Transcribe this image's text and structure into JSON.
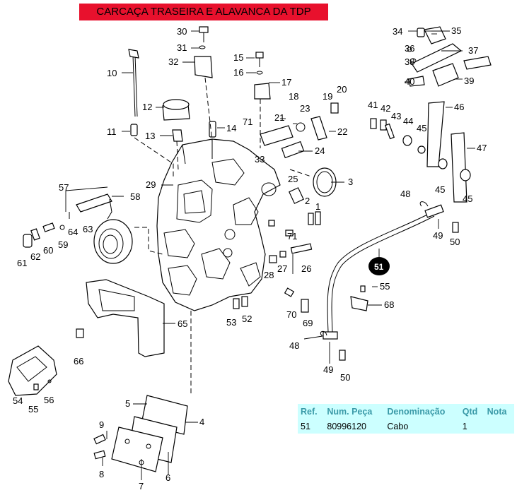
{
  "title": "CARCAÇA TRASEIRA E ALAVANCA DA TDP",
  "callouts": {
    "c1": "1",
    "c2": "2",
    "c3": "3",
    "c4": "4",
    "c5": "5",
    "c6": "6",
    "c7": "7",
    "c8": "8",
    "c9": "9",
    "c10": "10",
    "c11": "11",
    "c12": "12",
    "c13": "13",
    "c14": "14",
    "c15": "15",
    "c16": "16",
    "c17": "17",
    "c18": "18",
    "c19": "19",
    "c20": "20",
    "c21": "21",
    "c22": "22",
    "c23": "23",
    "c24": "24",
    "c25": "25",
    "c26": "26",
    "c27": "27",
    "c28": "28",
    "c29": "29",
    "c30": "30",
    "c31": "31",
    "c32": "32",
    "c33": "33",
    "c34": "34",
    "c35": "35",
    "c36": "36",
    "c37": "37",
    "c38": "38",
    "c39": "39",
    "c40": "40",
    "c41": "41",
    "c42": "42",
    "c43": "43",
    "c44": "44",
    "c45a": "45",
    "c45b": "45",
    "c45c": "45",
    "c46": "46",
    "c47": "47",
    "c48a": "48",
    "c48b": "48",
    "c49a": "49",
    "c49b": "49",
    "c50a": "50",
    "c50b": "50",
    "c51": "51",
    "c52": "52",
    "c53": "53",
    "c54": "54",
    "c55a": "55",
    "c55b": "55",
    "c56": "56",
    "c57": "57",
    "c58": "58",
    "c59": "59",
    "c60": "60",
    "c61": "61",
    "c62": "62",
    "c63": "63",
    "c64": "64",
    "c65": "65",
    "c66": "66",
    "c68": "68",
    "c69": "69",
    "c70": "70",
    "c71a": "71",
    "c71b": "71"
  },
  "table": {
    "headers": {
      "ref": "Ref.",
      "num": "Num. Peça",
      "den": "Denominação",
      "qtd": "Qtd",
      "nota": "Nota"
    },
    "row": {
      "ref": "51",
      "num": "80996120",
      "den": "Cabo",
      "qtd": "1",
      "nota": ""
    }
  },
  "colors": {
    "title_bg": "#e8112d",
    "table_bg": "#ccffff",
    "table_header": "#3a9aa8",
    "highlight": "#000000"
  }
}
